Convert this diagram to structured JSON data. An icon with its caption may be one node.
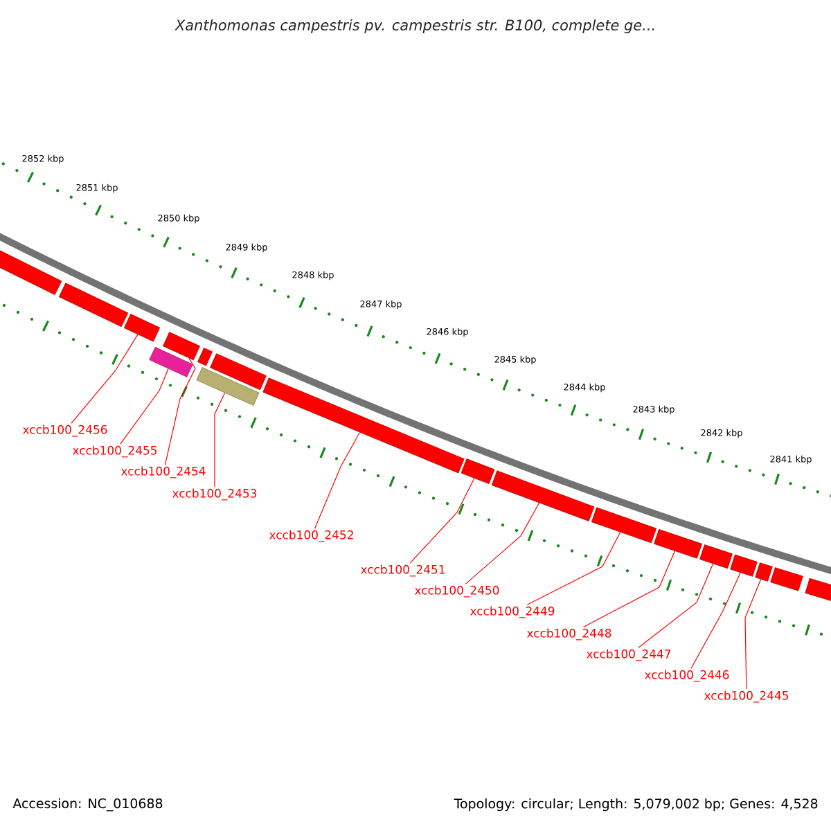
{
  "diagram": {
    "title": "Xanthomonas campestris pv. campestris str. B100, complete ge...",
    "nodes": [
      {
        "text": [],
        "shape": "bar"
      },
      {
        "text": [],
        "shape": "bar"
      },
      {
        "text": [],
        "shape": "bar"
      },
      {
        "text": [],
        "shape": "bar"
      },
      {
        "text": [],
        "shape": "bar"
      },
      {
        "text": [],
        "shape": "bar"
      },
      {
        "text": [],
        "shape": "bar"
      },
      {
        "text": [],
        "shape": "bar"
      },
      {
        "text": [],
        "shape": "bar"
      },
      {
        "text": [],
        "shape": "bar"
      },
      {
        "text": [],
        "shape": "bar"
      },
      {
        "text": [],
        "shape": "bar"
      },
      {
        "text": [],
        "shape": "bar"
      },
      {
        "text": [],
        "shape": "bar"
      },
      {
        "text": [],
        "shape": "bar"
      },
      {
        "text": [],
        "shape": "bar"
      },
      {
        "text": [],
        "shape": "bar"
      },
      {
        "text": [],
        "shape": "bar"
      },
      {
        "text": [
          "xccb100_2456"
        ]
      },
      {
        "text": [
          "xccb100_2455"
        ]
      },
      {
        "text": [
          "xccb100_2454"
        ]
      },
      {
        "text": [
          "xccb100_2453"
        ]
      },
      {
        "text": [
          "xccb100_2452"
        ]
      },
      {
        "text": [
          "xccb100_2451"
        ]
      },
      {
        "text": [
          "xccb100_2450"
        ]
      },
      {
        "text": [
          "xccb100_2449"
        ]
      },
      {
        "text": [
          "xccb100_2448"
        ]
      },
      {
        "text": [
          "xccb100_2447"
        ]
      },
      {
        "text": [
          "xccb100_2446"
        ]
      },
      {
        "text": [
          "xccb100_2445"
        ]
      }
    ],
    "edges": [
      {
        "from": 18,
        "to": 2,
        "arrow": "none"
      },
      {
        "from": 19,
        "to": 3,
        "arrow": "none"
      },
      {
        "from": 20,
        "to": 4,
        "arrow": "none"
      },
      {
        "from": 21,
        "to": 5,
        "arrow": "none"
      },
      {
        "from": 22,
        "to": 8,
        "arrow": "none"
      },
      {
        "from": 23,
        "to": 9,
        "arrow": "none"
      },
      {
        "from": 24,
        "to": 10,
        "arrow": "none"
      },
      {
        "from": 25,
        "to": 11,
        "arrow": "none"
      },
      {
        "from": 26,
        "to": 12,
        "arrow": "none"
      },
      {
        "from": 27,
        "to": 13,
        "arrow": "none"
      },
      {
        "from": 28,
        "to": 14,
        "arrow": "none"
      },
      {
        "from": 29,
        "to": 15,
        "arrow": "none"
      }
    ],
    "labels": [
      "2852 kbp",
      "2851 kbp",
      "2850 kbp",
      "2849 kbp",
      "2848 kbp",
      "2847 kbp",
      "2846 kbp",
      "2845 kbp",
      "2844 kbp",
      "2843 kbp",
      "2842 kbp",
      "2841 kbp",
      "Accession: NC_010688",
      "Topology: circular; Length: 5,079,002 bp; Genes: 4,528"
    ]
  }
}
